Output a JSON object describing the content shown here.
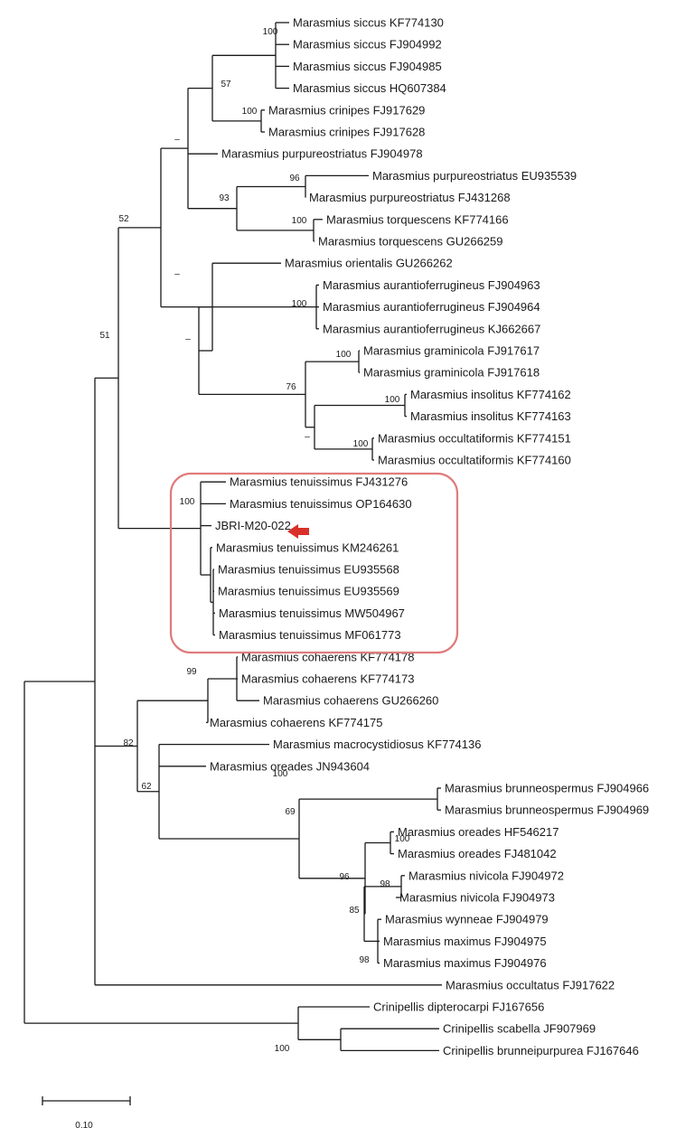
{
  "colors": {
    "branch": "#1a1a1a",
    "highlight": "#e07b7b",
    "arrow": "#d9302a"
  },
  "icons": {
    "marker": "arrow-left-icon"
  },
  "scale_bar": {
    "label": "0.10"
  },
  "leaves": [
    "Marasmius siccus KF774130",
    "Marasmius siccus FJ904992",
    "Marasmius siccus FJ904985",
    "Marasmius siccus HQ607384",
    "Marasmius crinipes FJ917629",
    "Marasmius crinipes FJ917628",
    "Marasmius purpureostriatus FJ904978",
    "Marasmius purpureostriatus EU935539",
    "Marasmius purpureostriatus FJ431268",
    "Marasmius torquescens KF774166",
    "Marasmius torquescens GU266259",
    "Marasmius orientalis GU266262",
    "Marasmius aurantioferrugineus FJ904963",
    "Marasmius aurantioferrugineus FJ904964",
    "Marasmius aurantioferrugineus KJ662667",
    "Marasmius graminicola FJ917617",
    "Marasmius graminicola FJ917618",
    "Marasmius insolitus KF774162",
    "Marasmius insolitus KF774163",
    "Marasmius occultatiformis KF774151",
    "Marasmius occultatiformis KF774160",
    "Marasmius tenuissimus FJ431276",
    "Marasmius tenuissimus OP164630",
    "JBRI-M20-022",
    "Marasmius tenuissimus KM246261",
    "Marasmius tenuissimus EU935568",
    "Marasmius tenuissimus EU935569",
    "Marasmius tenuissimus MW504967",
    "Marasmius tenuissimus MF061773",
    "Marasmius cohaerens KF774178",
    "Marasmius cohaerens KF774173",
    "Marasmius cohaerens GU266260",
    "Marasmius cohaerens KF774175",
    "Marasmius macrocystidiosus KF774136",
    "Marasmius oreades JN943604",
    "Marasmius brunneospermus FJ904966",
    "Marasmius brunneospermus FJ904969",
    "Marasmius oreades HF546217",
    "Marasmius oreades FJ481042",
    "Marasmius nivicola FJ904972",
    "Marasmius nivicola FJ904973",
    "Marasmius wynneae FJ904979",
    "Marasmius maximus FJ904975",
    "Marasmius maximus FJ904976",
    "Marasmius occultatus FJ917622",
    "Crinipellis dipterocarpi FJ167656",
    "Crinipellis scabella JF907969",
    "Crinipellis brunneipurpurea FJ167646"
  ],
  "support_values": [
    "100",
    "57",
    "100",
    "–",
    "96",
    "93",
    "100",
    "52",
    "–",
    "100",
    "–",
    "100",
    "76",
    "100",
    "–",
    "100",
    "51",
    "100",
    "99",
    "82",
    "100",
    "62",
    "69",
    "100",
    "96",
    "98",
    "85",
    "98",
    "100"
  ]
}
